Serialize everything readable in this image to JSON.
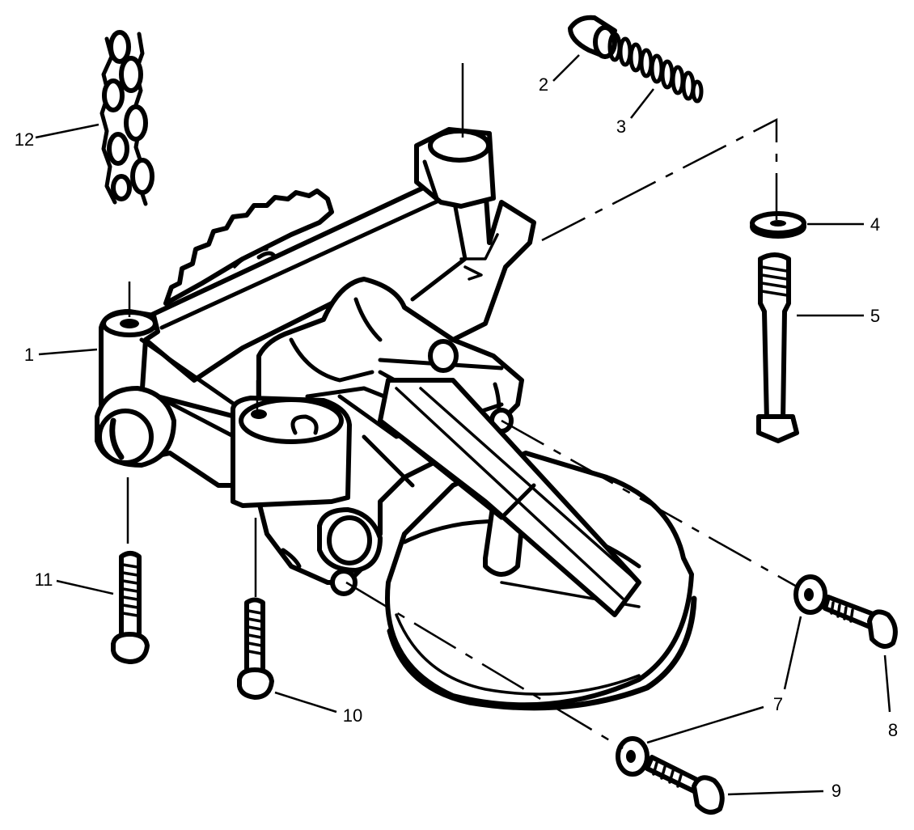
{
  "callouts": {
    "c1": "1",
    "c2": "2",
    "c3": "3",
    "c4": "4",
    "c5": "5",
    "c7a": "7",
    "c7b": "7",
    "c8": "8",
    "c9": "9",
    "c10": "10",
    "c11": "11",
    "c12": "12"
  }
}
